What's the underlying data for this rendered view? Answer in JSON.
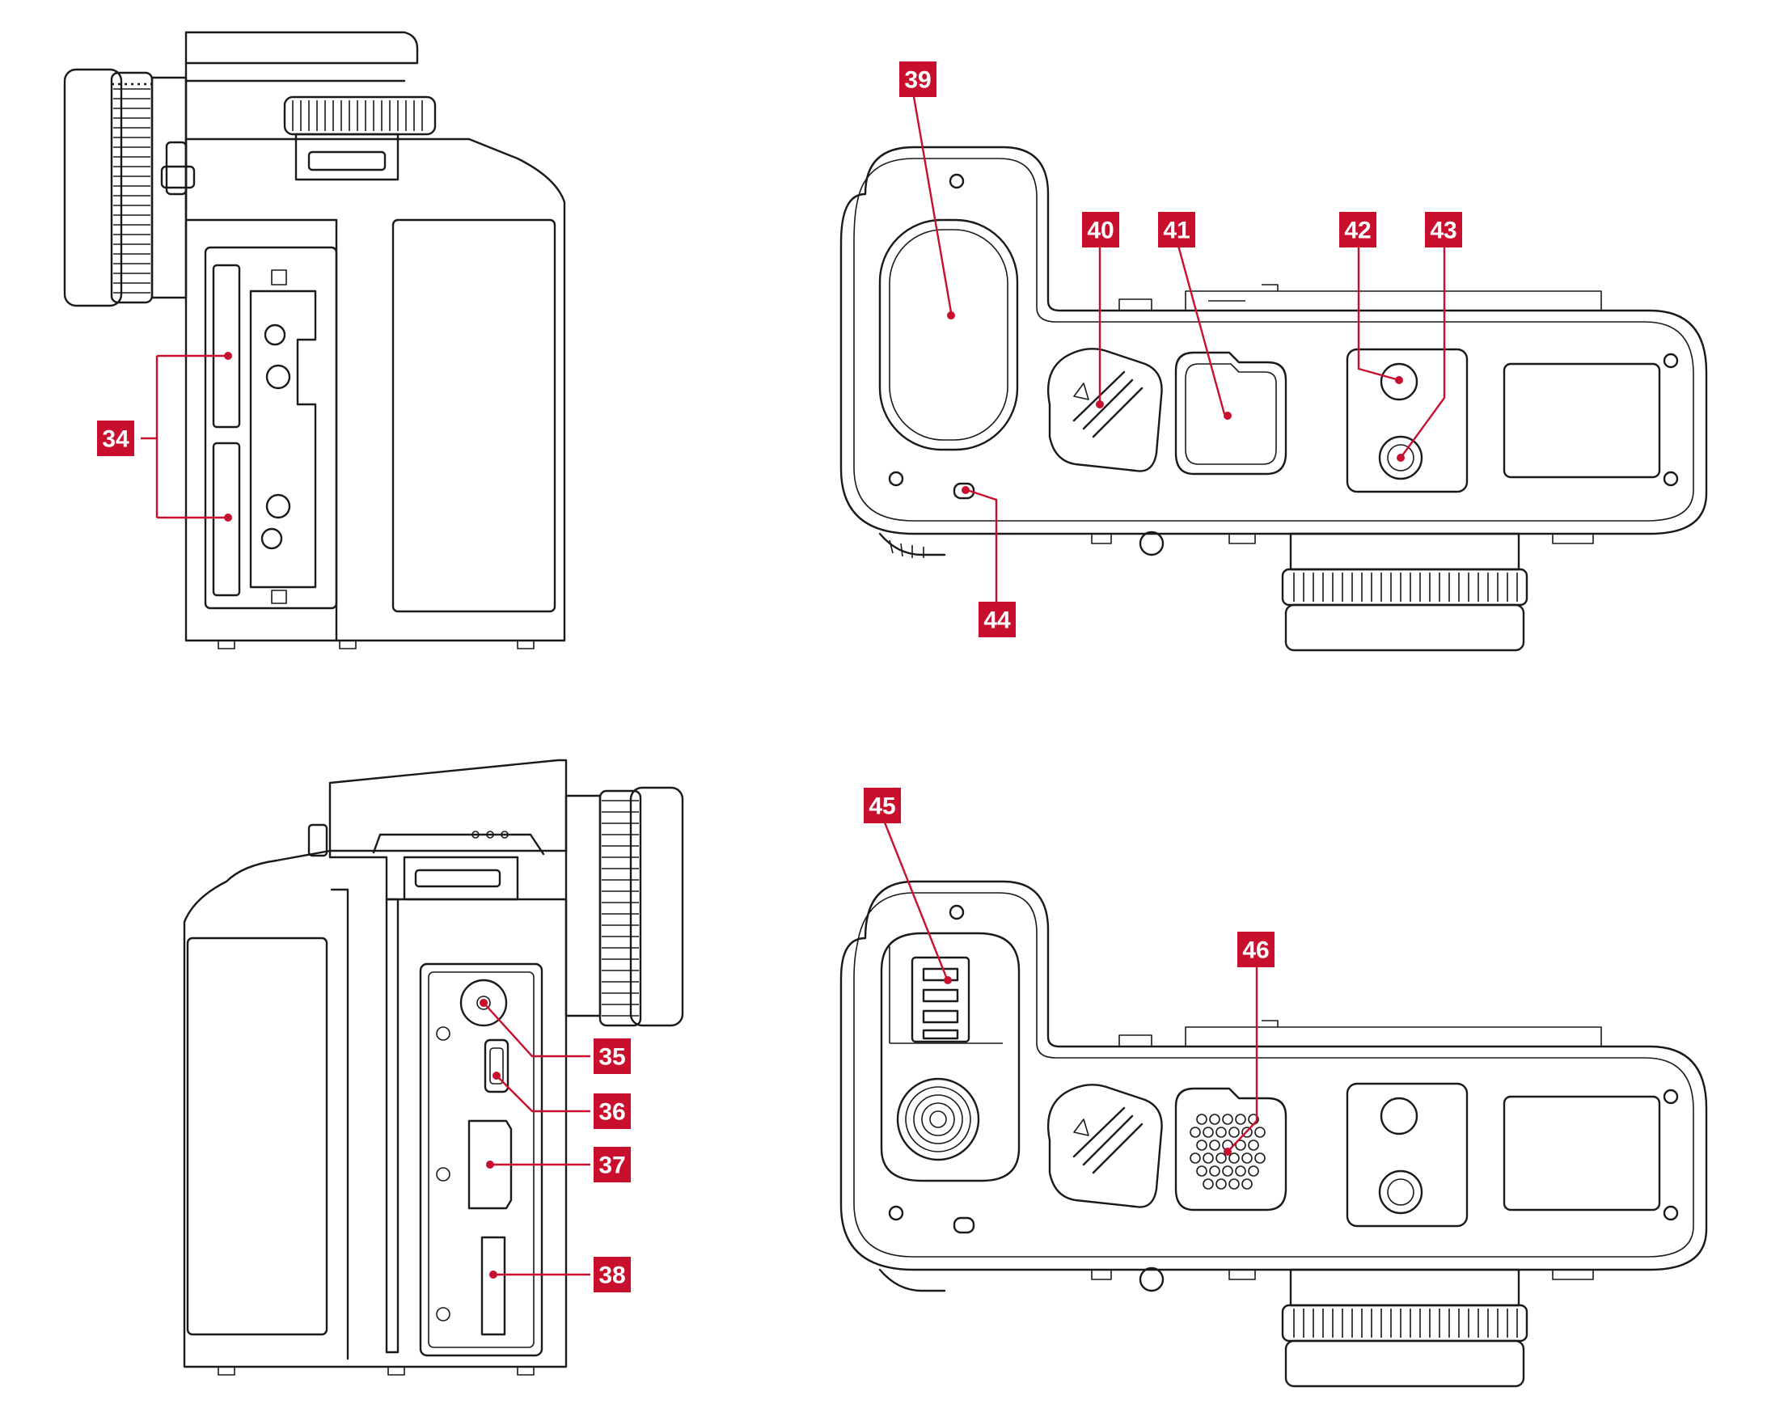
{
  "accent_color": "#c8102e",
  "line_color": "#1a1a1a",
  "callouts": {
    "c34": "34",
    "c35": "35",
    "c36": "36",
    "c37": "37",
    "c38": "38",
    "c39": "39",
    "c40": "40",
    "c41": "41",
    "c42": "42",
    "c43": "43",
    "c44": "44",
    "c45": "45",
    "c46": "46"
  }
}
